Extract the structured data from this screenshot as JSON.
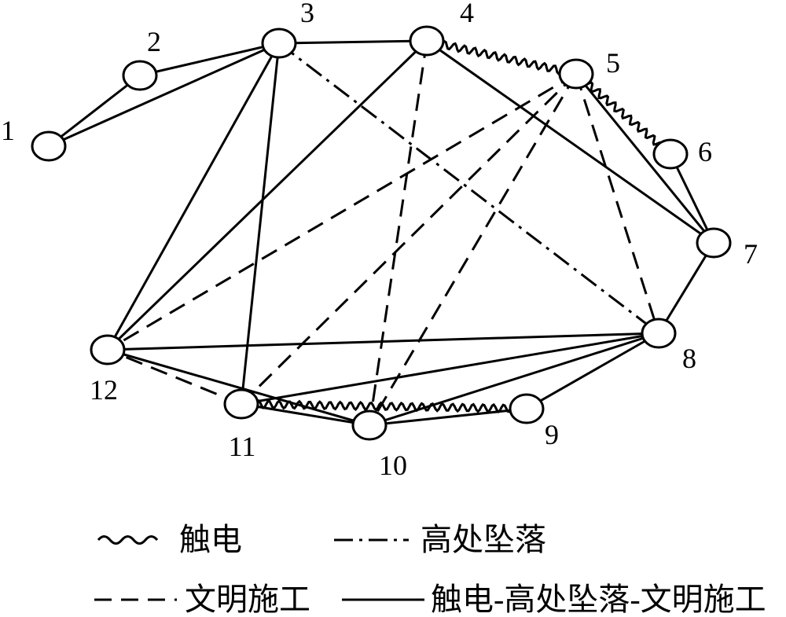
{
  "diagram": {
    "nodes": [
      {
        "id": "1",
        "label": "1"
      },
      {
        "id": "2",
        "label": "2"
      },
      {
        "id": "3",
        "label": "3"
      },
      {
        "id": "4",
        "label": "4"
      },
      {
        "id": "5",
        "label": "5"
      },
      {
        "id": "6",
        "label": "6"
      },
      {
        "id": "7",
        "label": "7"
      },
      {
        "id": "8",
        "label": "8"
      },
      {
        "id": "9",
        "label": "9"
      },
      {
        "id": "10",
        "label": "10"
      },
      {
        "id": "11",
        "label": "11"
      },
      {
        "id": "12",
        "label": "12"
      }
    ],
    "edge_types": {
      "electric": "触电",
      "fall": "高处坠落",
      "civilized": "文明施工",
      "combined": "触电-高处坠落-文明施工"
    },
    "edges": [
      {
        "from": "1",
        "to": "2",
        "type": "combined"
      },
      {
        "from": "1",
        "to": "3",
        "type": "combined"
      },
      {
        "from": "2",
        "to": "3",
        "type": "combined"
      },
      {
        "from": "3",
        "to": "4",
        "type": "combined"
      },
      {
        "from": "3",
        "to": "8",
        "type": "fall"
      },
      {
        "from": "3",
        "to": "11",
        "type": "combined"
      },
      {
        "from": "3",
        "to": "12",
        "type": "combined"
      },
      {
        "from": "4",
        "to": "5",
        "type": "electric"
      },
      {
        "from": "4",
        "to": "7",
        "type": "combined"
      },
      {
        "from": "4",
        "to": "10",
        "type": "civilized"
      },
      {
        "from": "4",
        "to": "12",
        "type": "combined"
      },
      {
        "from": "5",
        "to": "6",
        "type": "electric"
      },
      {
        "from": "5",
        "to": "7",
        "type": "combined"
      },
      {
        "from": "5",
        "to": "8",
        "type": "civilized"
      },
      {
        "from": "5",
        "to": "10",
        "type": "civilized"
      },
      {
        "from": "5",
        "to": "11",
        "type": "civilized"
      },
      {
        "from": "5",
        "to": "12",
        "type": "civilized"
      },
      {
        "from": "6",
        "to": "7",
        "type": "combined"
      },
      {
        "from": "7",
        "to": "8",
        "type": "combined"
      },
      {
        "from": "8",
        "to": "9",
        "type": "combined"
      },
      {
        "from": "8",
        "to": "10",
        "type": "combined"
      },
      {
        "from": "8",
        "to": "11",
        "type": "combined"
      },
      {
        "from": "8",
        "to": "12",
        "type": "combined"
      },
      {
        "from": "9",
        "to": "10",
        "type": "combined"
      },
      {
        "from": "9",
        "to": "11",
        "type": "electric"
      },
      {
        "from": "10",
        "to": "11",
        "type": "combined"
      },
      {
        "from": "11",
        "to": "12",
        "type": "civilized"
      },
      {
        "from": "10",
        "to": "12",
        "type": "combined"
      }
    ]
  },
  "legend": {
    "electric": "触电",
    "fall": "高处坠落",
    "civilized": "文明施工",
    "combined": "触电-高处坠落-文明施工"
  }
}
